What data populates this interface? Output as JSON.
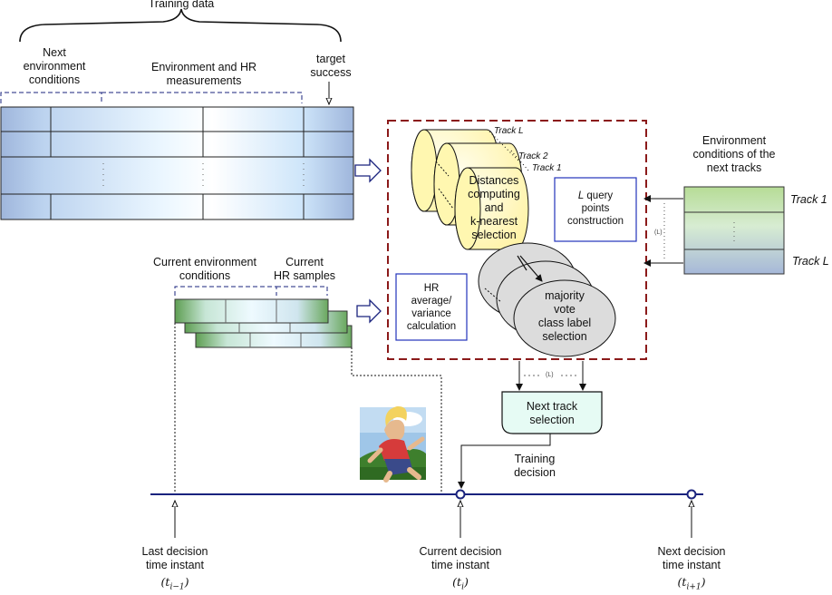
{
  "training": {
    "title": "Training data",
    "col_next_env": "Next\nenvironment\nconditions",
    "col_env_hr": "Environment and HR\nmeasurements",
    "col_target": "target\nsuccess"
  },
  "current": {
    "env_label": "Current environment\nconditions",
    "hr_label": "Current\nHR samples"
  },
  "process": {
    "track_l": "Track L",
    "track_2": "Track 2",
    "track_1": "Track 1",
    "distances": "Distances\ncomputing\nand\nk-nearest\nselection",
    "query_italic": "L",
    "query_rest": " query\npoints\nconstruction",
    "hr_avg": "HR\naverage/\nvariance\ncalculation",
    "vote": "majority\nvote\nclass label\nselection",
    "loop_l": "(L)"
  },
  "next_tracks": {
    "title": "Environment\nconditions of the\nnext tracks",
    "track1": "Track 1",
    "trackL": "Track L",
    "loop_l": "(L)"
  },
  "selection": {
    "label": "Next track\nselection",
    "training_decision": "Training\ndecision"
  },
  "timeline": {
    "last": {
      "label": "Last decision\ntime instant",
      "math_base": "t",
      "math_sub": "i−1"
    },
    "current": {
      "label": "Current decision\ntime instant",
      "math_base": "t",
      "math_sub": "i"
    },
    "next": {
      "label": "Next decision\ntime instant",
      "math_base": "t",
      "math_sub": "i+1"
    }
  },
  "colors": {
    "frame_red": "#8b1a1a",
    "box_blue": "#2233bb",
    "timeline_blue": "#1a237e",
    "cyl_yellow": "#fff7b0",
    "cyl_grey": "#dcdcdc",
    "selection_fill": "#e6fbf4"
  }
}
